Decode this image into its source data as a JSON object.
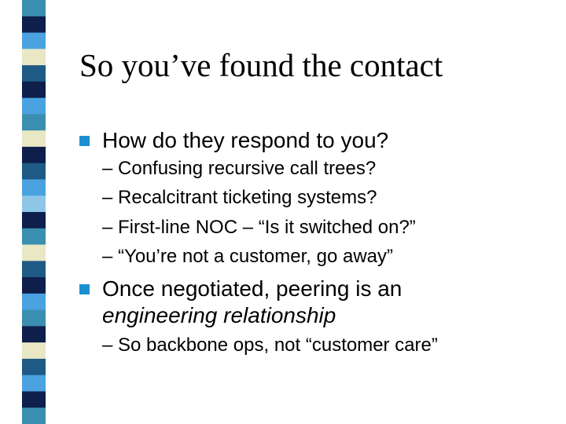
{
  "slide": {
    "title": "So you’ve found the contact",
    "bullets": [
      {
        "text": "How do they respond to you?",
        "subs": [
          "– Confusing recursive call trees?",
          "– Recalcitrant ticketing systems?",
          "– First-line NOC – “Is it switched on?”",
          "– “You’re not a customer, go away”"
        ]
      },
      {
        "text": "Once negotiated, peering is an",
        "text_italic": "engineering relationship",
        "subs": [
          "– So backbone ops, not “customer care”"
        ]
      }
    ]
  },
  "colors": {
    "bullet": "#1c8fd0",
    "stripe_palette": [
      "#3a8fb0",
      "#0d1f4a",
      "#4aa3e0",
      "#e9e8c4",
      "#1f5a86",
      "#8fc6e6"
    ]
  }
}
